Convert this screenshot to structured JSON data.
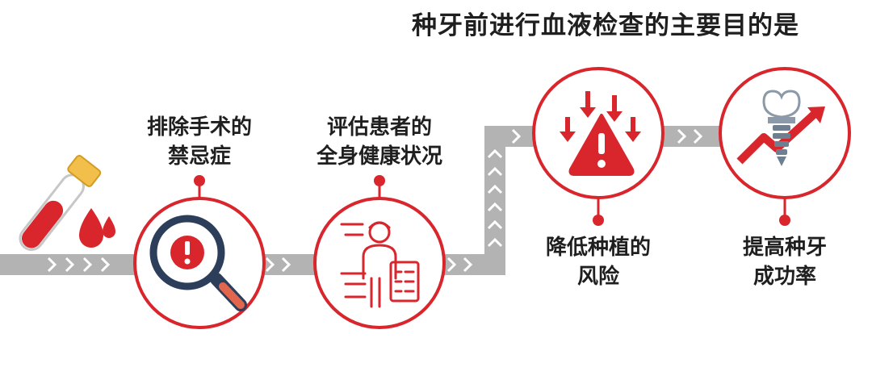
{
  "title": "种牙前进行血液检查的主要目的是",
  "colors": {
    "accent": "#d8262c",
    "arrow": "#b3b3b3",
    "text": "#1f1f1f"
  },
  "steps": [
    {
      "icon": "magnifier-alert-icon",
      "lines": [
        "排除手术的",
        "禁忌症"
      ]
    },
    {
      "icon": "patient-clipboard-icon",
      "lines": [
        "评估患者的",
        "全身健康状况"
      ]
    },
    {
      "icon": "warning-arrows-icon",
      "lines": [
        "降低种植的",
        "风险"
      ]
    },
    {
      "icon": "implant-growth-icon",
      "lines": [
        "提高种牙",
        "成功率"
      ]
    }
  ],
  "start_icon": "blood-test-tube-icon"
}
